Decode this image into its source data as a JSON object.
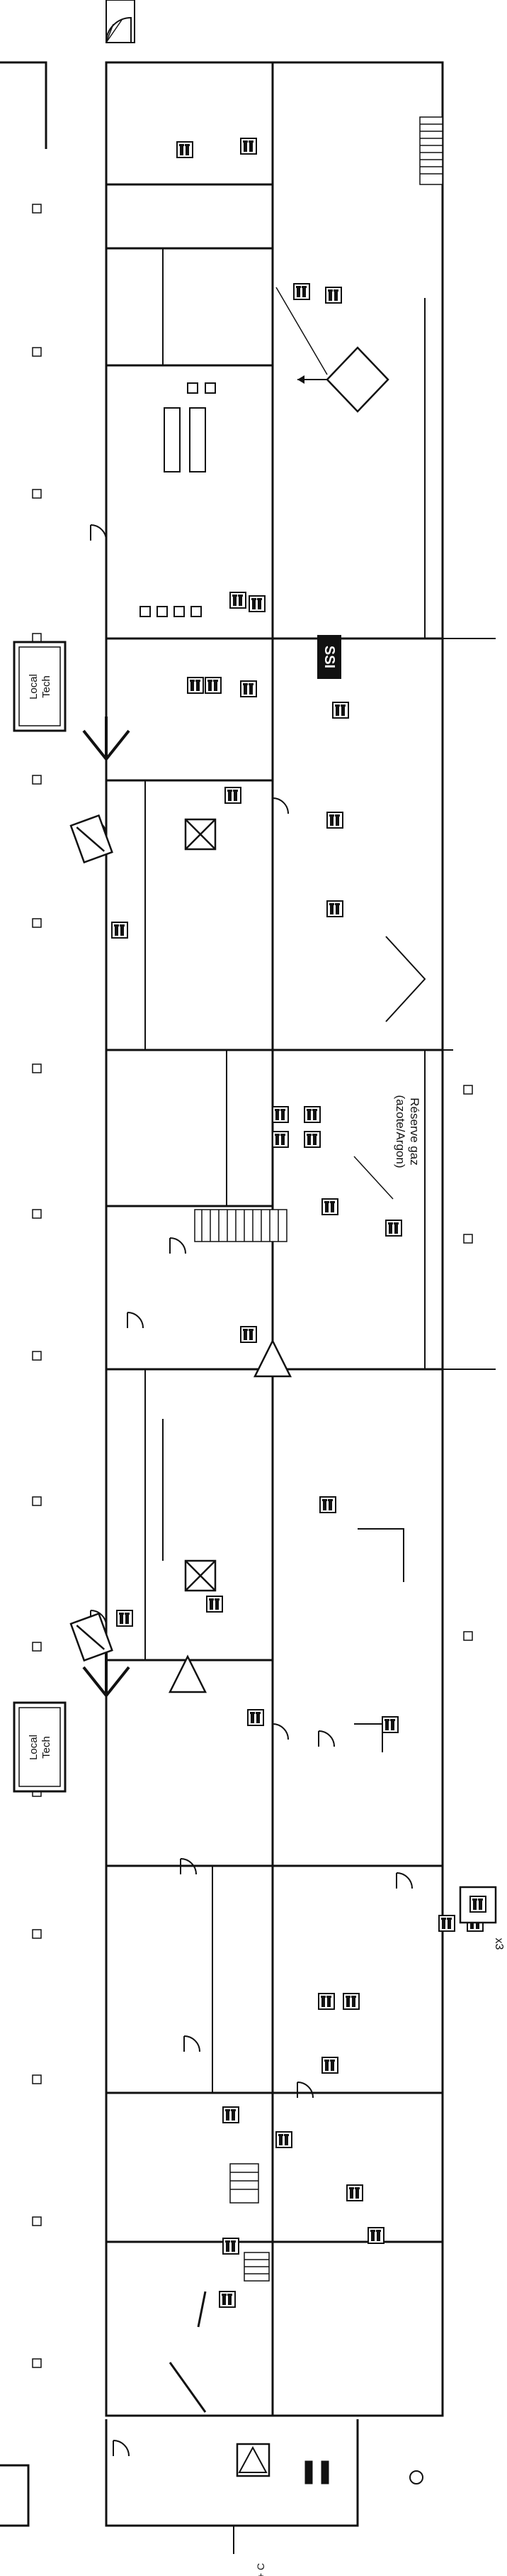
{
  "plan": {
    "local_tech_label_top_1": "Local",
    "local_tech_label_top_2": "Tech",
    "local_tech_label_bottom_1": "Local",
    "local_tech_label_bottom_2": "Tech",
    "gas_reserve_label_1": "Réserve gaz",
    "gas_reserve_label_2": "(azote/Argon)",
    "ssi_label": "SSI",
    "extinguisher_count": "x3",
    "bottom_partial_label": "+ C"
  },
  "colors": {
    "ink": "#111111",
    "paper": "#ffffff"
  },
  "icons": {
    "extinguisher": "fire-extinguisher-icon",
    "alarm": "fire-alarm-icon",
    "arrow": "exit-arrow-icon",
    "diamond": "diamond-marker-icon",
    "triangle": "warning-triangle-icon"
  }
}
